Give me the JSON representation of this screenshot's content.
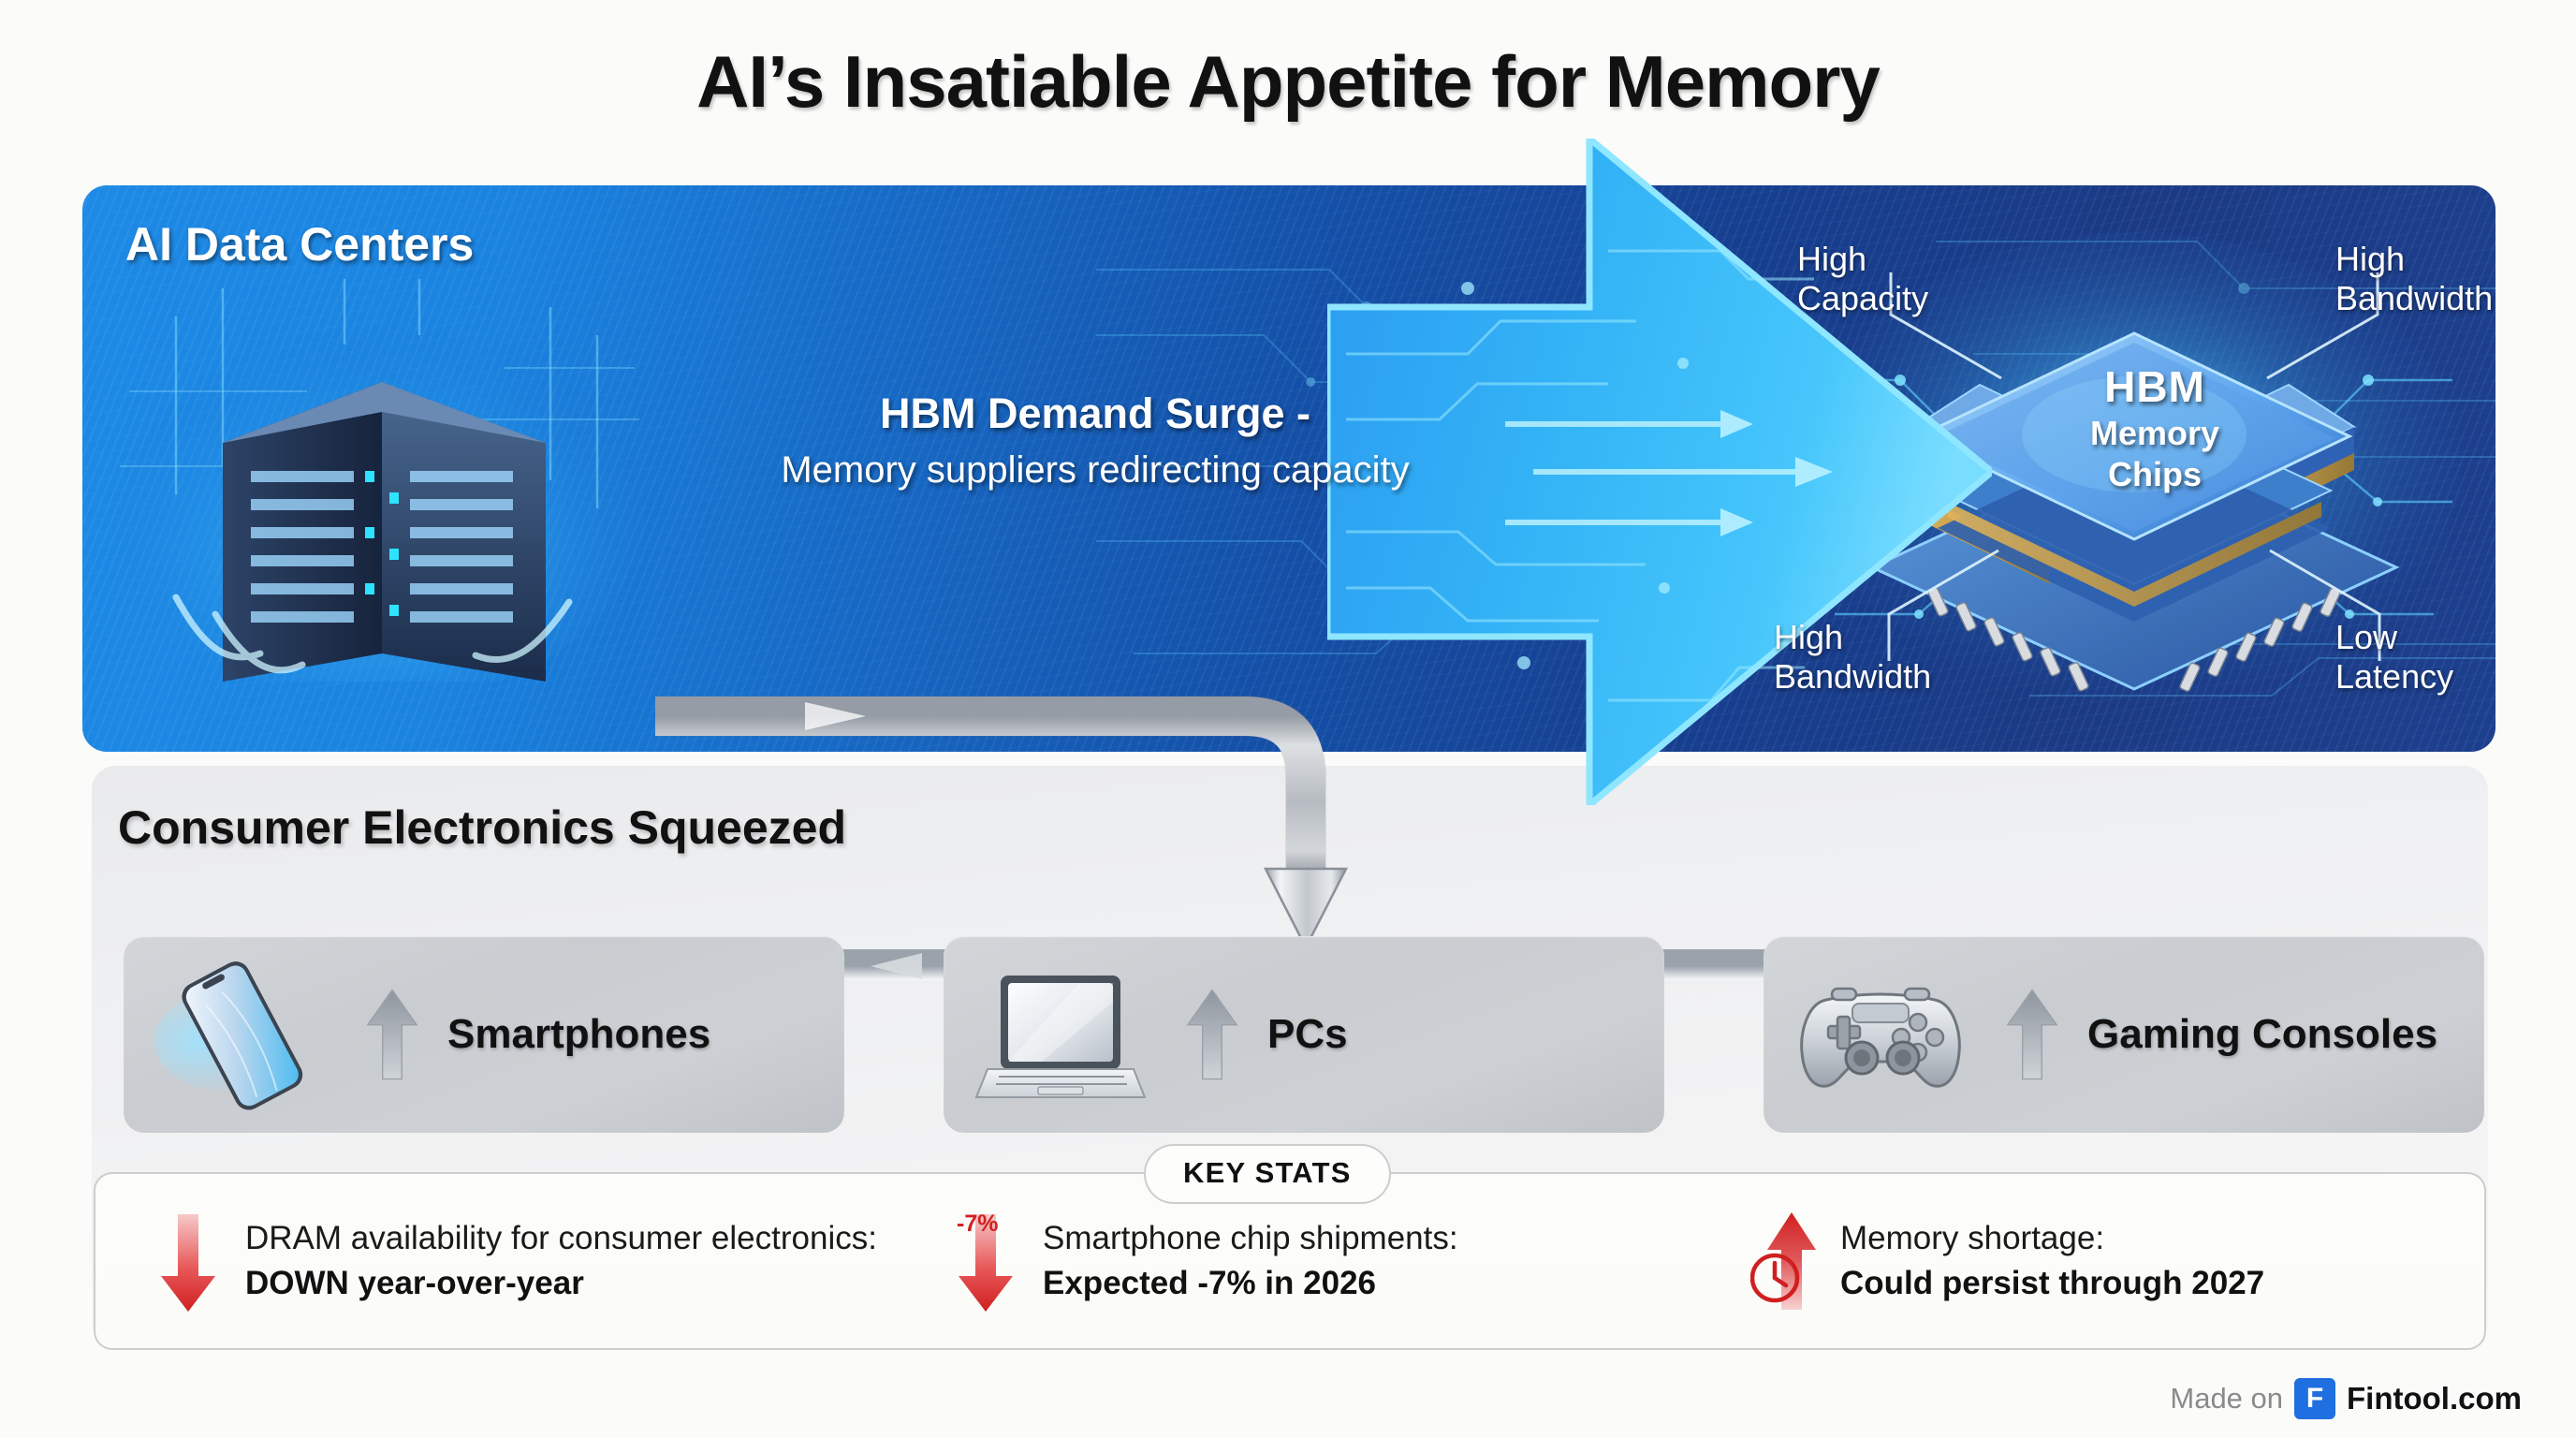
{
  "title": "AI’s Insatiable Appetite for Memory",
  "blue_panel": {
    "label": "AI Data Centers",
    "arrow_line1": "HBM Demand Surge -",
    "arrow_line2": "Memory suppliers redirecting capacity",
    "chip": {
      "line1": "HBM",
      "line2": "Memory",
      "line3": "Chips",
      "labels": {
        "top_left": "High\nCapacity",
        "top_right": "High\nBandwidth",
        "bottom_left": "High\nBandwidth",
        "bottom_right": "Low\nLatency"
      }
    },
    "accent_blue_light": "#1785e0",
    "accent_blue_dark": "#1b3f8f",
    "arrow_cyan": "#37b4f2"
  },
  "gray_section": {
    "heading": "Consumer Electronics Squeezed",
    "cards": [
      {
        "icon": "smartphone-icon",
        "label": "Smartphones",
        "trend": "up"
      },
      {
        "icon": "laptop-icon",
        "label": "PCs",
        "trend": "up"
      },
      {
        "icon": "gamepad-icon",
        "label": "Gaming Consoles",
        "trend": "up"
      }
    ]
  },
  "key_stats": {
    "badge": "KEY STATS",
    "items": [
      {
        "icon": "arrow-down-icon",
        "tag": "",
        "line1": "DRAM availability for consumer electronics:",
        "line2": "DOWN year-over-year"
      },
      {
        "icon": "arrow-down-icon",
        "tag": "-7%",
        "line1": "Smartphone chip shipments:",
        "line2": "Expected -7% in 2026"
      },
      {
        "icon": "clock-arrow-up-icon",
        "tag": "",
        "line1": "Memory shortage:",
        "line2": "Could persist through 2027"
      }
    ],
    "accent_red": "#d32020"
  },
  "footer": {
    "made_on": "Made on",
    "logo_letter": "F",
    "brand": "Fintool.com",
    "logo_color": "#1f6fe0"
  }
}
